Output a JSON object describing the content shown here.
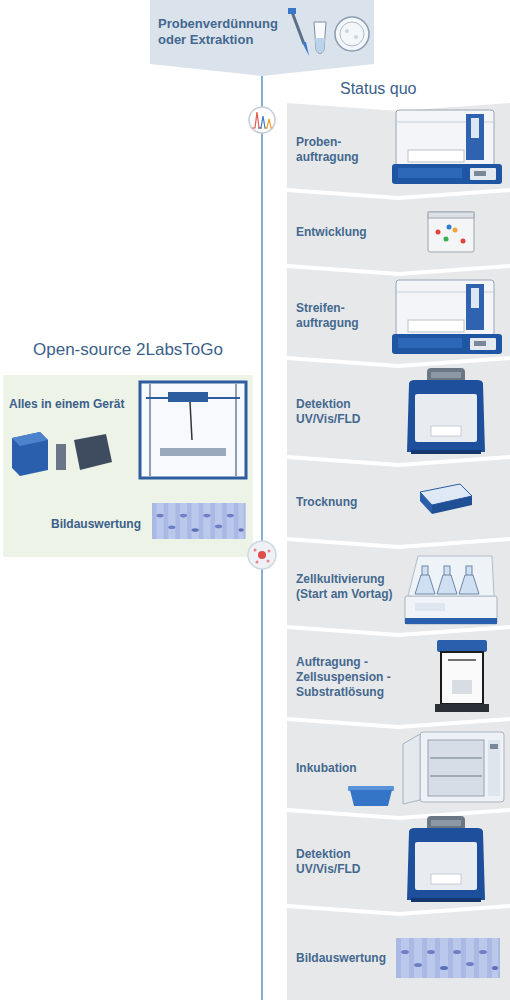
{
  "diagram": {
    "nodes": [
      {
        "text": [
          "Probenverdünnung oder Extraktion"
        ]
      },
      {
        "text": [
          "Proben- auftragung"
        ]
      },
      {
        "text": [
          "Entwicklung"
        ]
      },
      {
        "text": [
          "Streifen- auftragung"
        ]
      },
      {
        "text": [
          "Detektion UV/Vis/FLD"
        ]
      },
      {
        "text": [
          "Trocknung"
        ]
      },
      {
        "text": [
          "Zellkultivierung (Start am Vortag)"
        ]
      },
      {
        "text": [
          "Auftragung - Zellsuspension - Substratlösung"
        ]
      },
      {
        "text": [
          "Inkubation"
        ]
      },
      {
        "text": [
          "Detektion UV/Vis/FLD"
        ]
      },
      {
        "text": [
          "Bildauswertung"
        ]
      },
      {
        "text": [
          "Open-source 2LabsToGo",
          "Alles in einem Gerät",
          "Bildauswertung"
        ]
      }
    ],
    "labels": [
      "Status quo"
    ]
  }
}
